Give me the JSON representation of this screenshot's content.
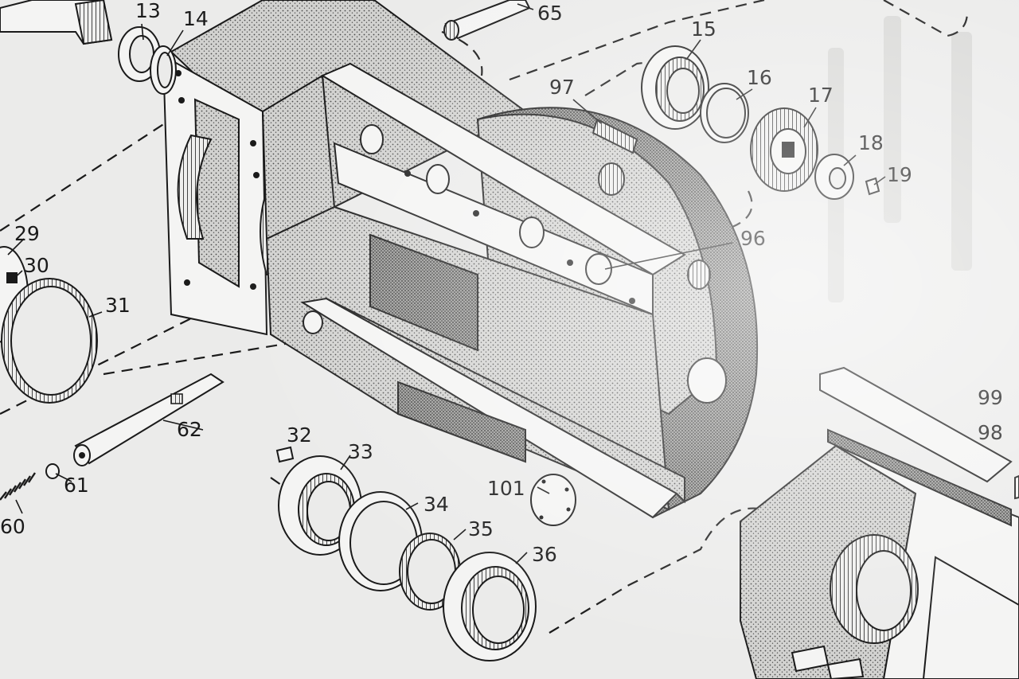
{
  "labels": {
    "l13": "13",
    "l14": "14",
    "l15": "15",
    "l16": "16",
    "l17": "17",
    "l18": "18",
    "l19": "19",
    "l29": "29",
    "l30": "30",
    "l31": "31",
    "l32": "32",
    "l33": "33",
    "l34": "34",
    "l35": "35",
    "l36": "36",
    "l60": "60",
    "l61": "61",
    "l62": "62",
    "l65": "65",
    "l96": "96",
    "l97": "97",
    "l98": "98",
    "l99": "99",
    "l101": "101"
  },
  "colors": {
    "paper": "#ebebea",
    "ink": "#1a1a1a",
    "stipple": "#4a4a4a"
  }
}
